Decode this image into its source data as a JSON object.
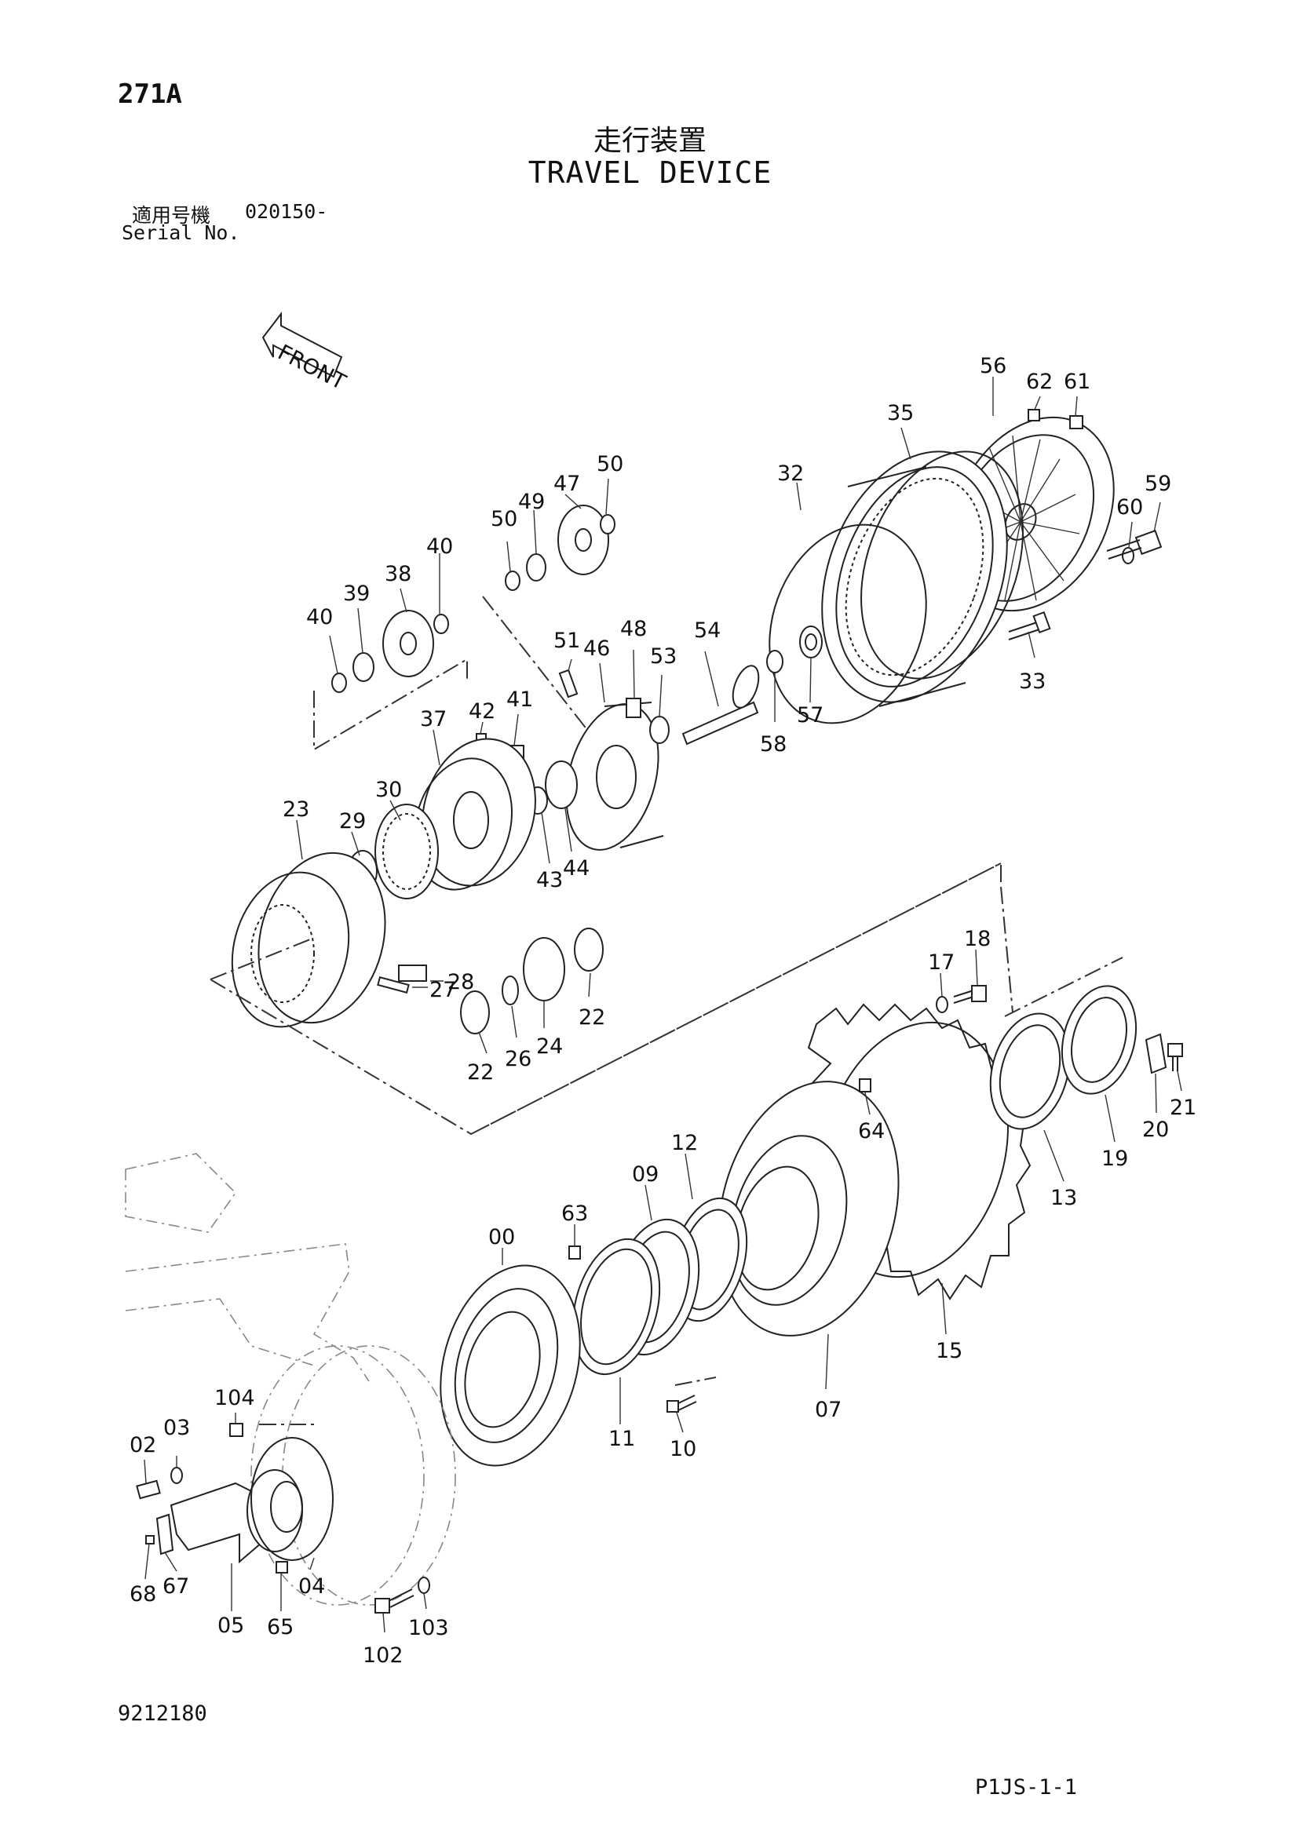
{
  "header": {
    "page_no": "271A",
    "title_jp": "走行装置",
    "title_en": "TRAVEL DEVICE",
    "serial_label_jp": "適用号機",
    "serial_value": "020150-",
    "serial_label_en": "Serial No."
  },
  "front_label": "FRONT",
  "footer": {
    "drawing_no": "9212180",
    "sheet_id": "P1JS-1-1"
  },
  "callouts": {
    "c56": "56",
    "c62": "62",
    "c61": "61",
    "c35": "35",
    "c59": "59",
    "c60": "60",
    "c32": "32",
    "c50a": "50",
    "c47": "47",
    "c49": "49",
    "c50b": "50",
    "c40a": "40",
    "c38": "38",
    "c39": "39",
    "c40b": "40",
    "c51": "51",
    "c48": "48",
    "c46": "46",
    "c53": "53",
    "c54": "54",
    "c57": "57",
    "c58": "58",
    "c33": "33",
    "c37": "37",
    "c42": "42",
    "c41": "41",
    "c30": "30",
    "c23": "23",
    "c29": "29",
    "c43": "43",
    "c44": "44",
    "c28": "28",
    "c27": "27",
    "c22a": "22",
    "c22b": "22",
    "c26": "26",
    "c24": "24",
    "c17": "17",
    "c18": "18",
    "c64": "64",
    "c21": "21",
    "c20": "20",
    "c19": "19",
    "c13": "13",
    "c12": "12",
    "c09": "09",
    "c63": "63",
    "c00": "00",
    "c15": "15",
    "c07": "07",
    "c11": "11",
    "c10": "10",
    "c104": "104",
    "c02": "02",
    "c03": "03",
    "c68": "68",
    "c67": "67",
    "c05": "05",
    "c65": "65",
    "c04": "04",
    "c102": "102",
    "c103": "103"
  }
}
